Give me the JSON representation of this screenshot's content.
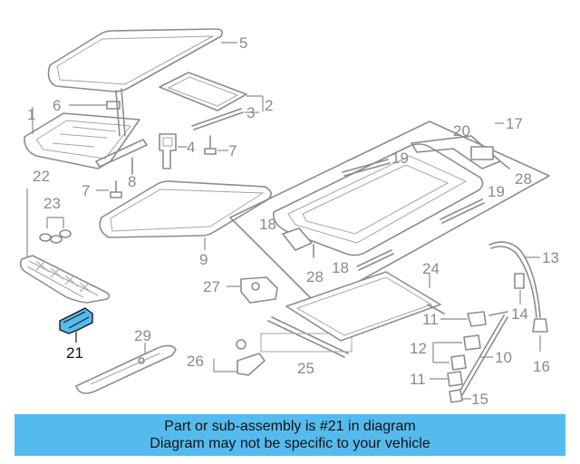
{
  "highlight_color": "#55bbee",
  "banner": {
    "line1": "Part or sub-assembly is #21 in diagram",
    "line2": "Diagram may not be specific to your vehicle",
    "background": "#55bbee"
  },
  "callouts": {
    "c1": "1",
    "c2": "2",
    "c3": "3",
    "c4": "4",
    "c5": "5",
    "c6": "6",
    "c7a": "7",
    "c7b": "7",
    "c8": "8",
    "c9": "9",
    "c10": "10",
    "c11a": "11",
    "c11b": "11",
    "c12": "12",
    "c13": "13",
    "c14": "14",
    "c15": "15",
    "c16": "16",
    "c17": "17",
    "c18a": "18",
    "c18b": "18",
    "c19a": "19",
    "c19b": "19",
    "c20": "20",
    "c21": "21",
    "c22": "22",
    "c23": "23",
    "c24": "24",
    "c25": "25",
    "c26": "26",
    "c27": "27",
    "c28a": "28",
    "c28b": "28",
    "c29": "29"
  }
}
